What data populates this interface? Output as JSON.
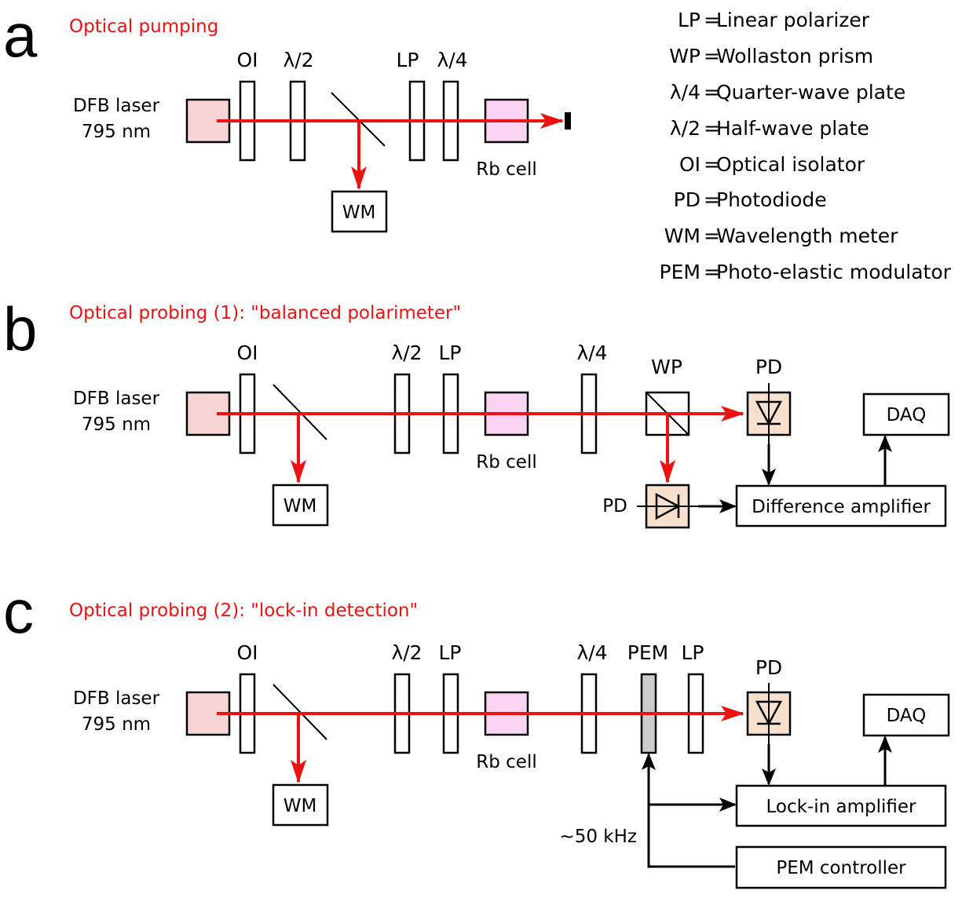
{
  "legend": [
    {
      "key": "LP",
      "eq": "=",
      "desc": "Linear polarizer"
    },
    {
      "key": "WP",
      "eq": "=",
      "desc": "Wollaston prism"
    },
    {
      "key": "λ/4",
      "eq": "=",
      "desc": "Quarter-wave plate"
    },
    {
      "key": "λ/2",
      "eq": "=",
      "desc": "Half-wave plate"
    },
    {
      "key": "OI",
      "eq": "=",
      "desc": "Optical isolator"
    },
    {
      "key": "PD",
      "eq": "=",
      "desc": "Photodiode"
    },
    {
      "key": "WM",
      "eq": "=",
      "desc": "Wavelength meter"
    },
    {
      "key": "PEM",
      "eq": "=",
      "desc": "Photo-elastic modulator"
    }
  ],
  "colors": {
    "beam": "#ee1111",
    "laser_fill": "#f8d4d4",
    "cell_fill": "#fbd3f3",
    "pd_fill": "#f9e0cd",
    "pem_fill": "#cccccc"
  },
  "panel_a": {
    "letter": "a",
    "title": "Optical pumping",
    "laser_line1": "DFB laser",
    "laser_line2": "795 nm",
    "oi": "OI",
    "hwp": "λ/2",
    "lp": "LP",
    "qwp": "λ/4",
    "cell": "Rb cell",
    "wm": "WM"
  },
  "panel_b": {
    "letter": "b",
    "title": "Optical probing (1): \"balanced polarimeter\"",
    "laser_line1": "DFB laser",
    "laser_line2": "795 nm",
    "oi": "OI",
    "hwp": "λ/2",
    "lp": "LP",
    "qwp": "λ/4",
    "wp": "WP",
    "pd_top": "PD",
    "pd_side": "PD",
    "cell": "Rb cell",
    "wm": "WM",
    "daq": "DAQ",
    "amp": "Difference amplifier"
  },
  "panel_c": {
    "letter": "c",
    "title": "Optical probing (2): \"lock-in detection\"",
    "laser_line1": "DFB laser",
    "laser_line2": "795 nm",
    "oi": "OI",
    "hwp": "λ/2",
    "lp": "LP",
    "qwp": "λ/4",
    "pem": "PEM",
    "lp2": "LP",
    "pd": "PD",
    "cell": "Rb cell",
    "wm": "WM",
    "daq": "DAQ",
    "lockin": "Lock-in amplifier",
    "freq": "~50 kHz",
    "pemctrl": "PEM controller"
  }
}
